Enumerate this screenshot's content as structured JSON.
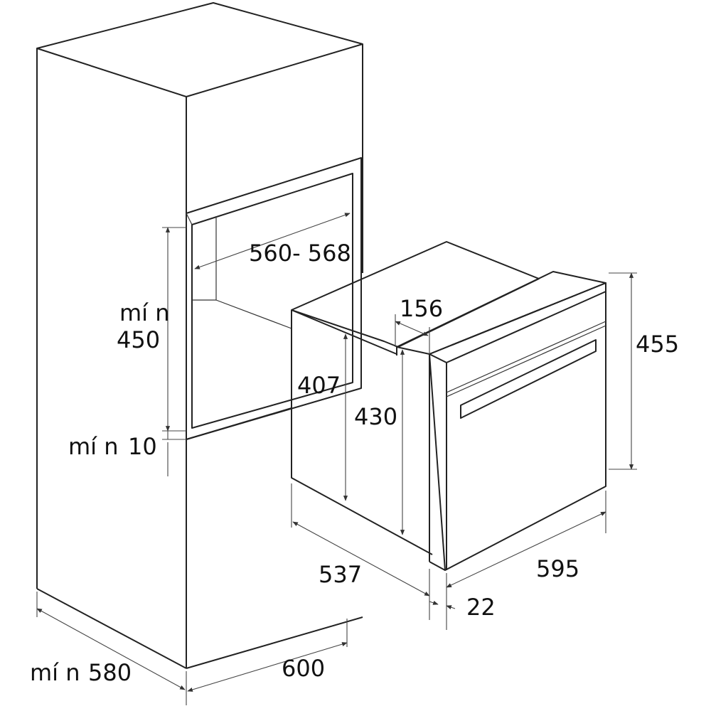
{
  "dimensions": {
    "niche_width": "560- 568",
    "min_label_height": "mí n",
    "min_height": "450",
    "min_label_gap": "mí n",
    "min_gap": "10",
    "rail_depth": "156",
    "body_height": "407",
    "front_inner_height": "430",
    "front_height": "455",
    "body_depth": "537",
    "front_width": "595",
    "door_thickness": "22",
    "cabinet_width": "600",
    "min_label_depth": "mí n",
    "min_depth": "580"
  }
}
